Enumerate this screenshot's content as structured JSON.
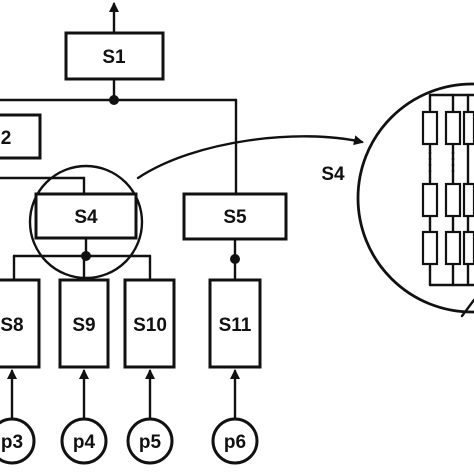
{
  "blocks": {
    "s1": "S1",
    "s2": "2",
    "s4": "S4",
    "s5": "S5",
    "s8": "S8",
    "s9": "S9",
    "s10": "S10",
    "s11": "S11"
  },
  "sources": {
    "p3": "p3",
    "p4": "p4",
    "p5": "p5",
    "p6": "p6"
  },
  "zoom_label": "S4",
  "colors": {
    "ink": "#111111",
    "background": "#ffffff"
  }
}
